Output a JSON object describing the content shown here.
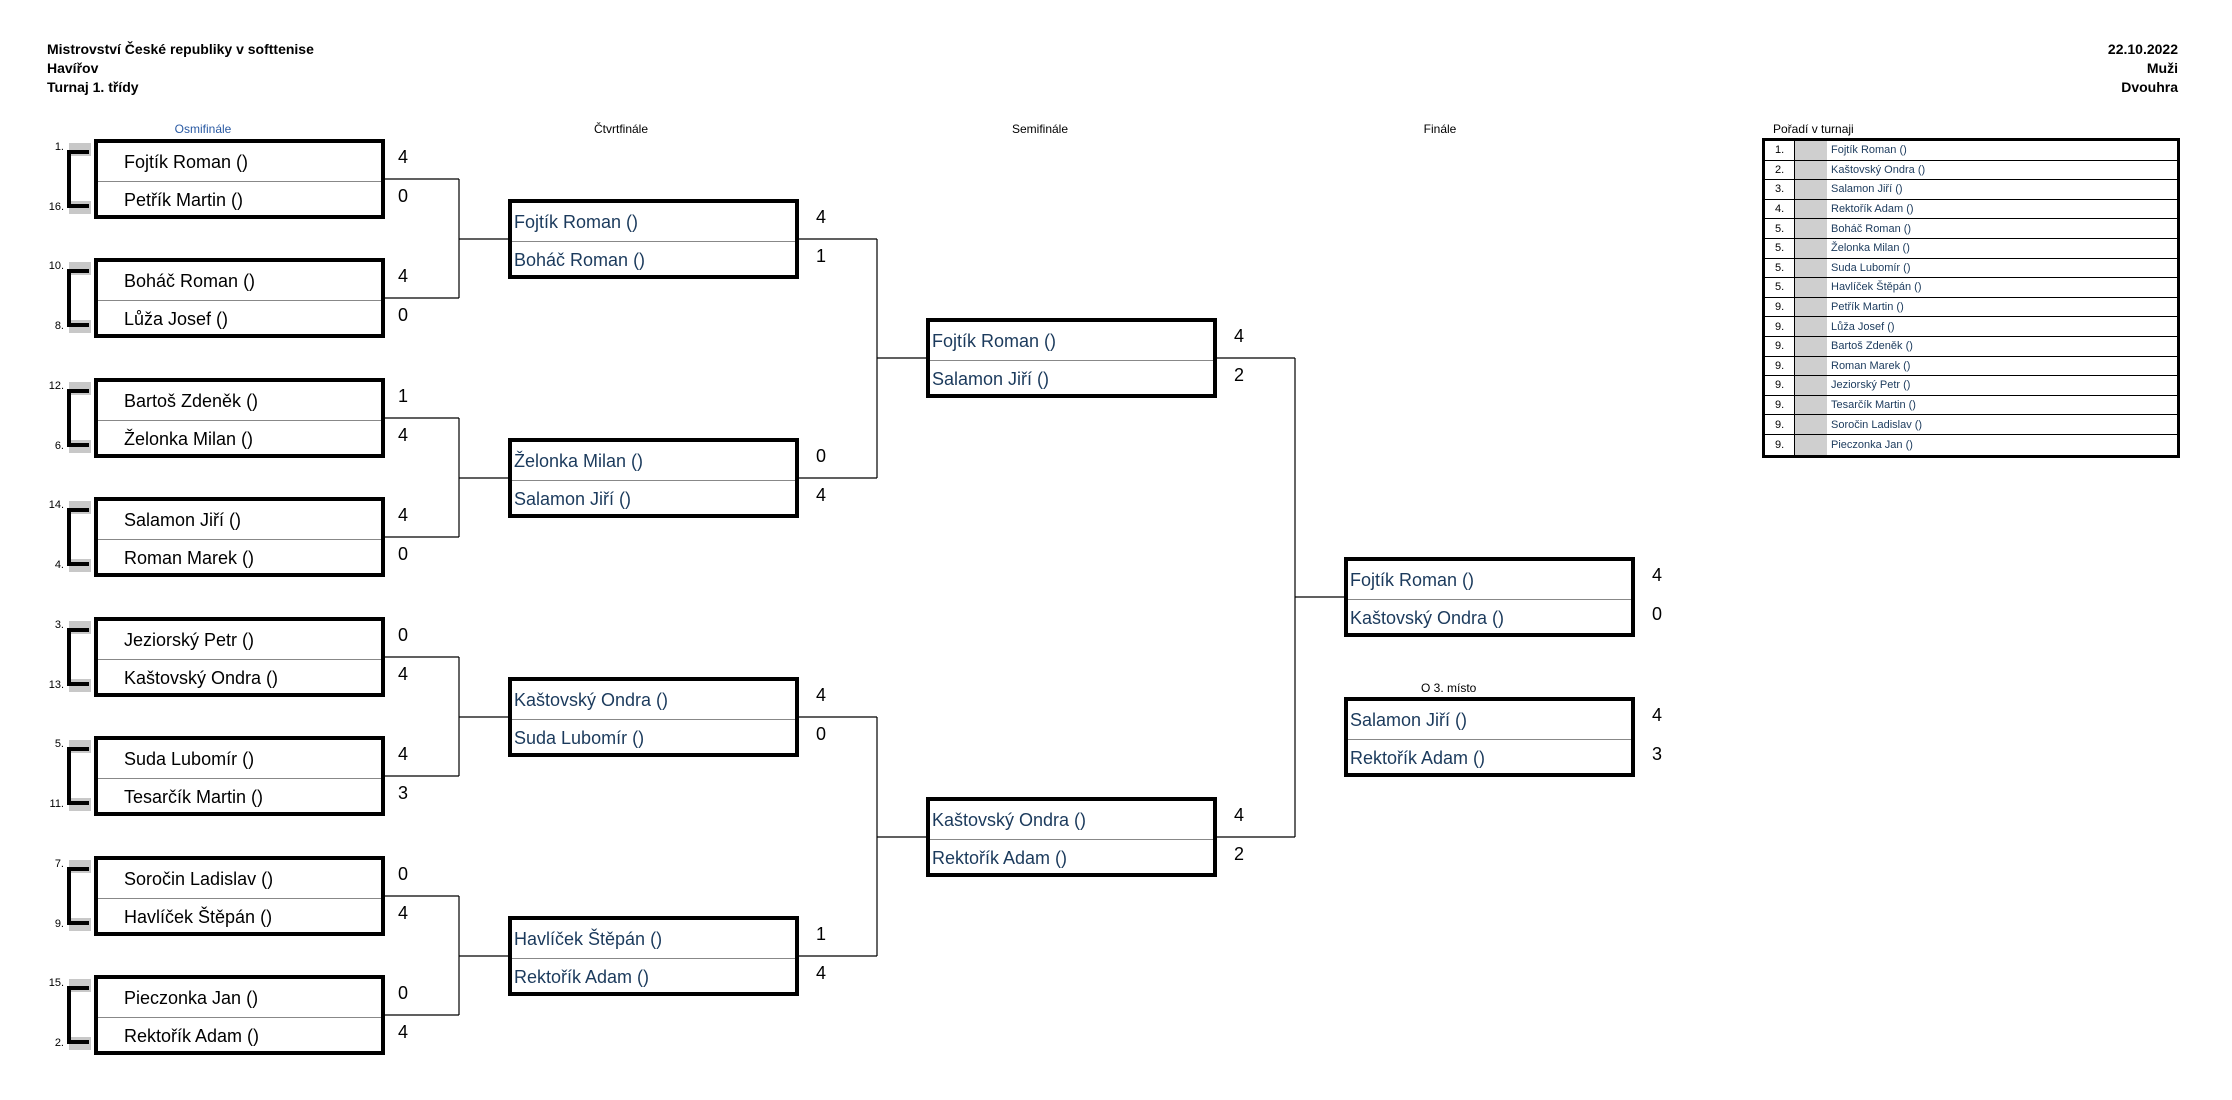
{
  "header": {
    "left": [
      "Mistrovství České republiky v softtenise",
      "Havířov",
      "Turnaj 1. třídy"
    ],
    "right": [
      "22.10.2022",
      "Muži",
      "Dvouhra"
    ]
  },
  "rounds": [
    "Osmifinále",
    "Čtvrtfinále",
    "Semifinále",
    "Finále"
  ],
  "third_place_label": "O 3. místo",
  "ranking_title": "Pořadí v turnaji",
  "round1": [
    {
      "p1": "Fojtík Roman ()",
      "s1": "4",
      "seed1": "1.",
      "p2": "Petřík Martin ()",
      "s2": "0",
      "seed2": "16."
    },
    {
      "p1": "Boháč Roman ()",
      "s1": "4",
      "seed1": "10.",
      "p2": "Lůža Josef ()",
      "s2": "0",
      "seed2": "8."
    },
    {
      "p1": "Bartoš Zdeněk ()",
      "s1": "1",
      "seed1": "12.",
      "p2": "Želonka Milan ()",
      "s2": "4",
      "seed2": "6."
    },
    {
      "p1": "Salamon Jiří ()",
      "s1": "4",
      "seed1": "14.",
      "p2": "Roman Marek ()",
      "s2": "0",
      "seed2": "4."
    },
    {
      "p1": "Jeziorský Petr ()",
      "s1": "0",
      "seed1": "3.",
      "p2": "Kaštovský Ondra ()",
      "s2": "4",
      "seed2": "13."
    },
    {
      "p1": "Suda Lubomír ()",
      "s1": "4",
      "seed1": "5.",
      "p2": "Tesarčík Martin ()",
      "s2": "3",
      "seed2": "11."
    },
    {
      "p1": "Soročin Ladislav ()",
      "s1": "0",
      "seed1": "7.",
      "p2": "Havlíček Štěpán ()",
      "s2": "4",
      "seed2": "9."
    },
    {
      "p1": "Pieczonka Jan ()",
      "s1": "0",
      "seed1": "15.",
      "p2": "Rektořík Adam ()",
      "s2": "4",
      "seed2": "2."
    }
  ],
  "quarterfinals": [
    {
      "p1": "Fojtík Roman ()",
      "s1": "4",
      "p2": "Boháč Roman ()",
      "s2": "1"
    },
    {
      "p1": "Želonka Milan ()",
      "s1": "0",
      "p2": "Salamon Jiří ()",
      "s2": "4"
    },
    {
      "p1": "Kaštovský Ondra ()",
      "s1": "4",
      "p2": "Suda Lubomír ()",
      "s2": "0"
    },
    {
      "p1": "Havlíček Štěpán ()",
      "s1": "1",
      "p2": "Rektořík Adam ()",
      "s2": "4"
    }
  ],
  "semifinals": [
    {
      "p1": "Fojtík Roman ()",
      "s1": "4",
      "p2": "Salamon Jiří ()",
      "s2": "2"
    },
    {
      "p1": "Kaštovský Ondra ()",
      "s1": "4",
      "p2": "Rektořík Adam ()",
      "s2": "2"
    }
  ],
  "final": {
    "p1": "Fojtík Roman ()",
    "s1": "4",
    "p2": "Kaštovský Ondra ()",
    "s2": "0"
  },
  "third_place": {
    "p1": "Salamon Jiří ()",
    "s1": "4",
    "p2": "Rektořík Adam ()",
    "s2": "3"
  },
  "ranking": [
    {
      "pos": "1.",
      "name": "Fojtík Roman ()"
    },
    {
      "pos": "2.",
      "name": "Kaštovský Ondra ()"
    },
    {
      "pos": "3.",
      "name": "Salamon Jiří ()"
    },
    {
      "pos": "4.",
      "name": "Rektořík Adam ()"
    },
    {
      "pos": "5.",
      "name": "Boháč Roman ()"
    },
    {
      "pos": "5.",
      "name": "Želonka Milan ()"
    },
    {
      "pos": "5.",
      "name": "Suda Lubomír ()"
    },
    {
      "pos": "5.",
      "name": "Havlíček Štěpán ()"
    },
    {
      "pos": "9.",
      "name": "Petřík Martin ()"
    },
    {
      "pos": "9.",
      "name": "Lůža Josef ()"
    },
    {
      "pos": "9.",
      "name": "Bartoš Zdeněk ()"
    },
    {
      "pos": "9.",
      "name": "Roman Marek ()"
    },
    {
      "pos": "9.",
      "name": "Jeziorský Petr ()"
    },
    {
      "pos": "9.",
      "name": "Tesarčík Martin ()"
    },
    {
      "pos": "9.",
      "name": "Soročin Ladislav ()"
    },
    {
      "pos": "9.",
      "name": "Pieczonka Jan ()"
    }
  ]
}
